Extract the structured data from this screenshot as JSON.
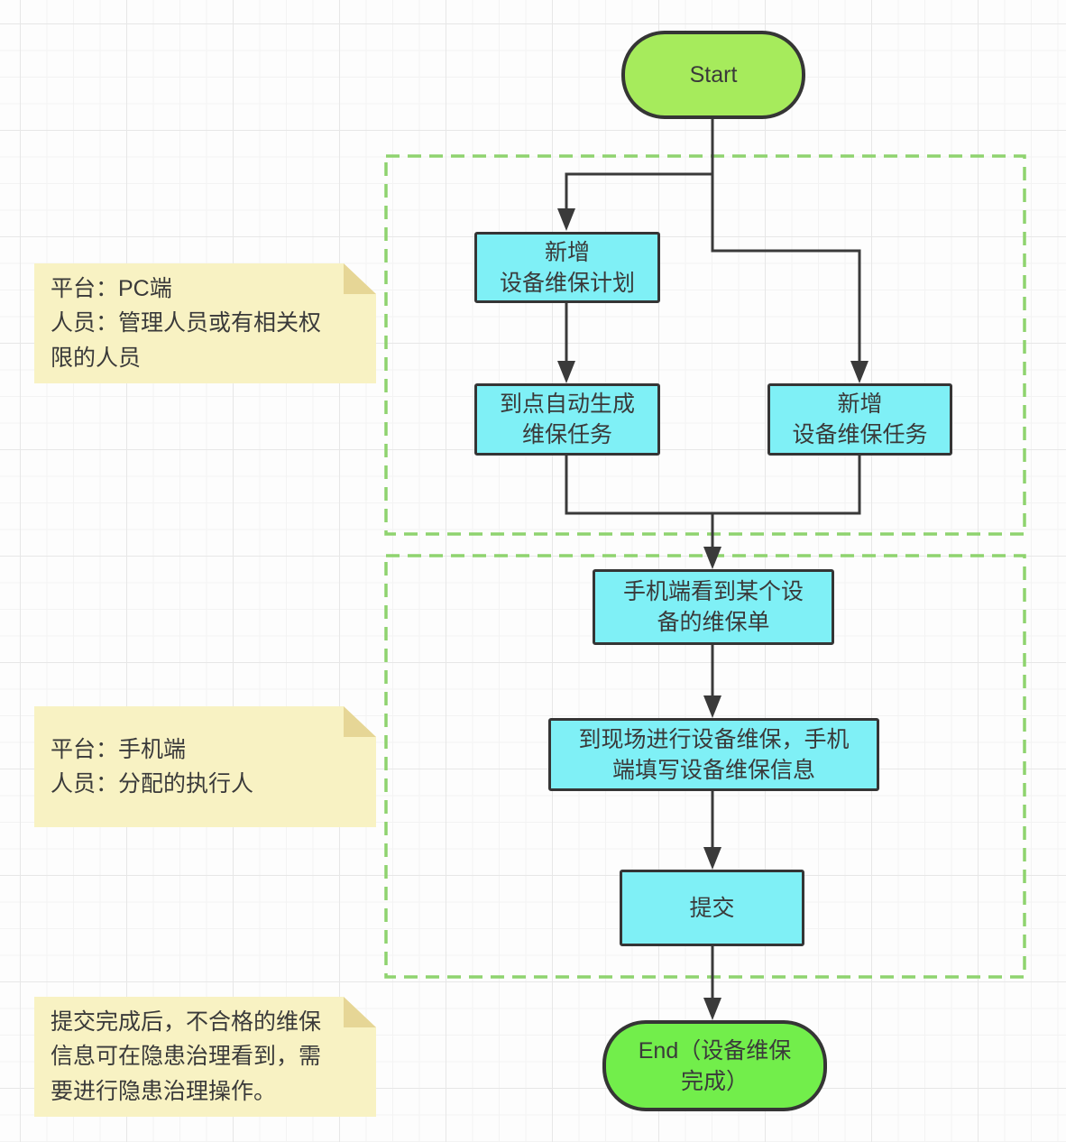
{
  "flow": {
    "start": "Start",
    "add_plan": "新增\n设备维保计划",
    "auto_task": "到点自动生成\n维保任务",
    "add_task": "新增\n设备维保任务",
    "view_order": "手机端看到某个设\n备的维保单",
    "fill_info": "到现场进行设备维保，手机\n端填写设备维保信息",
    "submit": "提交",
    "end": "End（设备维保\n完成）"
  },
  "notes": {
    "pc": "平台：PC端\n人员：管理人员或有相关权\n限的人员",
    "mobile": "平台：手机端\n人员：分配的执行人",
    "aftercare": "提交完成后，不合格的维保\n信息可在隐患治理看到，需\n要进行隐患治理操作。"
  },
  "colors": {
    "start_fill": "#a6eb5c",
    "end_fill": "#72ee4b",
    "process_fill": "#7ff0f6",
    "note_fill": "#f8f2c3",
    "note_fold": "#e6d696",
    "region_dash": "#8fd36f",
    "stroke": "#3a3a3a"
  }
}
